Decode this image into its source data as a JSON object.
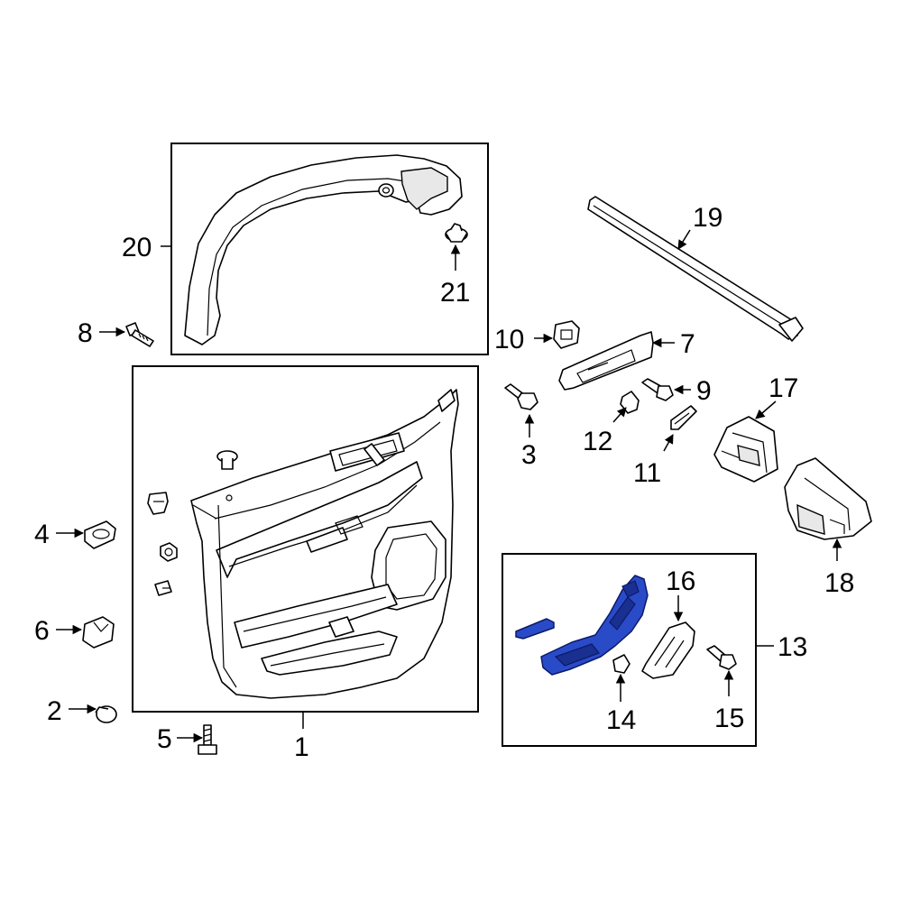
{
  "highlight_color": "#2a4bc8",
  "callouts": {
    "c1": "1",
    "c2": "2",
    "c3": "3",
    "c4": "4",
    "c5": "5",
    "c6": "6",
    "c7": "7",
    "c8": "8",
    "c9": "9",
    "c10": "10",
    "c11": "11",
    "c12": "12",
    "c13": "13",
    "c14": "14",
    "c15": "15",
    "c16": "16",
    "c17": "17",
    "c18": "18",
    "c19": "19",
    "c20": "20",
    "c21": "21"
  }
}
